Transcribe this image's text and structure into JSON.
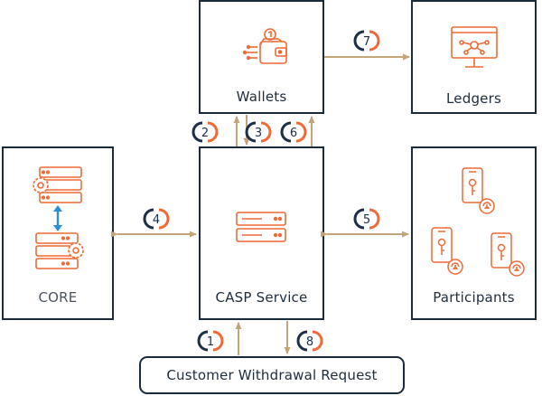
{
  "boxes": {
    "wallets": "Wallets",
    "ledgers": "Ledgers",
    "core": "CORE",
    "casp": "CASP Service",
    "participants": "Participants",
    "request": "Customer Withdrawal Request"
  },
  "steps": [
    "1",
    "2",
    "3",
    "4",
    "5",
    "6",
    "7",
    "8"
  ],
  "colors": {
    "box_border": "#1a2b3c",
    "arrow": "#c4a57a",
    "icon": "#ee6a37",
    "step_dark": "#1c2f4a",
    "step_accent": "#ee6a37",
    "core_link": "#2a8fd6"
  },
  "icons": {
    "wallets": "wallet-icon",
    "ledgers": "monitor-network-icon",
    "core": "server-gear-icon",
    "casp": "server-icon",
    "participants": "phone-key-fingerprint-icon"
  }
}
